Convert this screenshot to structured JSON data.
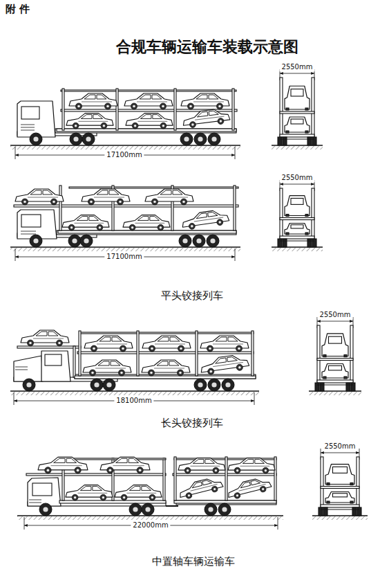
{
  "diagram": {
    "title": "合规车辆运输车装载示意图",
    "labels": [
      "附 件",
      "2550mm",
      "17100mm",
      "2550mm",
      "17100mm",
      "平头铰接列车",
      "2550mm",
      "18100mm",
      "长头铰接列车",
      "2550mm",
      "22000mm",
      "中置轴车辆运输车"
    ]
  }
}
